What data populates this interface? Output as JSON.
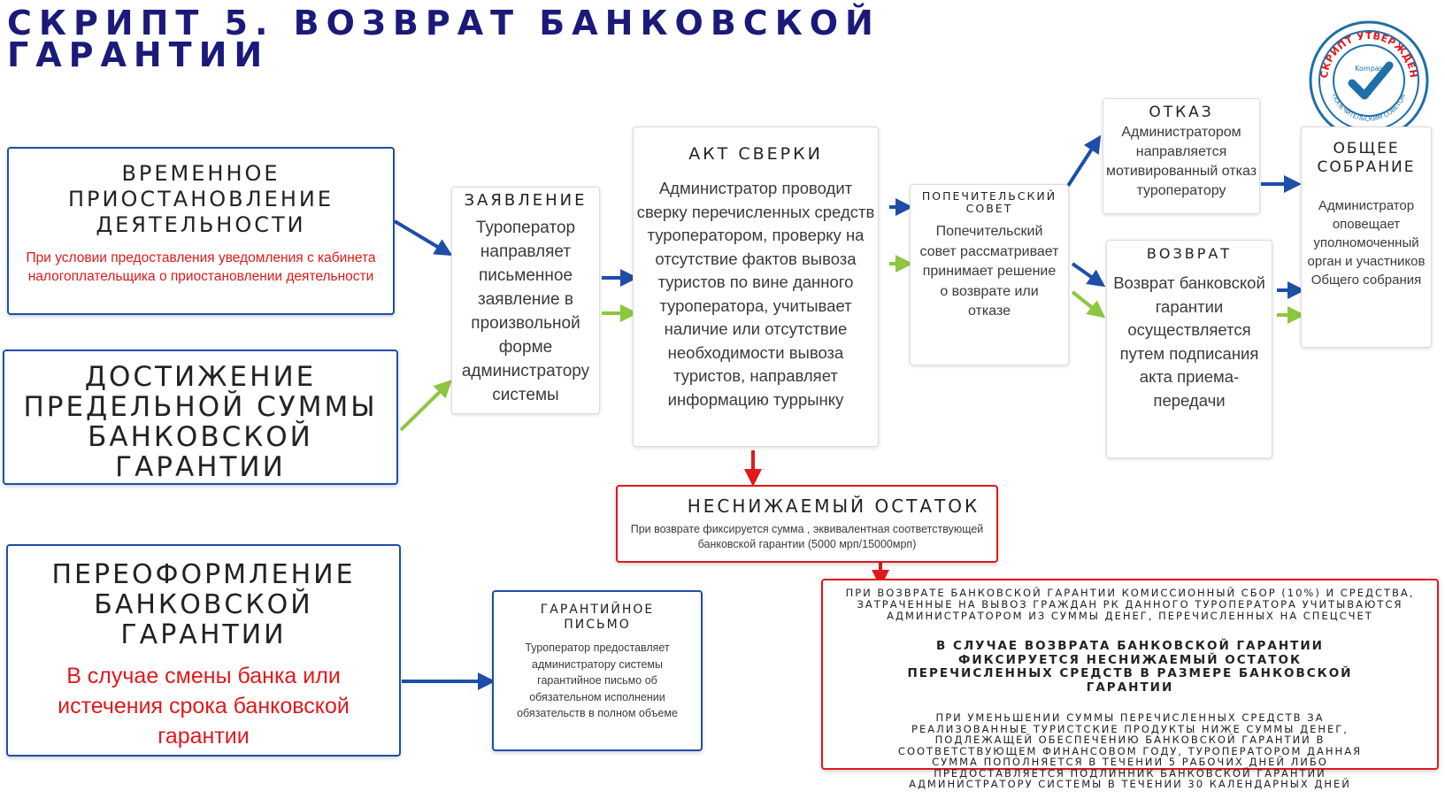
{
  "title": "СКРИПТ 5. ВОЗВРАТ БАНКОВСКОЙ ГАРАНТИИ",
  "stamp": {
    "top_text": "СКРИПТ УТВЕРЖДЕН",
    "bottom_text": "ПОПЕЧИТЕЛЬСКИМ СОВЕТОМ",
    "logo_text": "Kompas"
  },
  "boxes": {
    "suspension": {
      "title": "ВРЕМЕННОЕ ПРИОСТАНОВЛЕНИЕ ДЕЯТЕЛЬНОСТИ",
      "text": "При условии предоставления уведомления с кабинета налогоплательщика о приостановлении деятельности"
    },
    "limit": {
      "title": "ДОСТИЖЕНИЕ ПРЕДЕЛЬНОЙ СУММЫ БАНКОВСКОЙ ГАРАНТИИ"
    },
    "reissue": {
      "title": "ПЕРЕОФОРМЛЕНИЕ БАНКОВСКОЙ ГАРАНТИИ",
      "text": "В случае смены банка или истечения срока банковской гарантии"
    },
    "application": {
      "title": "ЗАЯВЛЕНИЕ",
      "text": "Туроператор направляет письменное заявление в произвольной форме администратору системы"
    },
    "reconciliation": {
      "title": "АКТ СВЕРКИ",
      "text": "Администратор проводит сверку перечисленных средств туроператором, проверку на отсутствие фактов вывоза туристов по вине данного туроператора, учитывает наличие или отсутствие необходимости вывоза туристов, направляет информацию туррынку"
    },
    "council": {
      "title": "ПОПЕЧИТЕЛЬСКИЙ СОВЕТ",
      "text": "Попечительский совет рассматривает принимает решение о возврате или отказе"
    },
    "refusal": {
      "title": "ОТКАЗ",
      "text": "Администратором направляется мотивированный отказ туроператору"
    },
    "return": {
      "title": "ВОЗВРАТ",
      "text": "Возврат банковской гарантии осуществляется путем подписания акта приема-передачи"
    },
    "assembly": {
      "title": "ОБЩЕЕ СОБРАНИЕ",
      "text": "Администратор оповещает уполномоченный орган и участников Общего собрания"
    },
    "balance": {
      "title": "НЕСНИЖАЕМЫЙ ОСТАТОК",
      "text": "При возврате фиксируется сумма , эквивалентная соответствующей банковской гарантии (5000 мрп/15000мрп)"
    },
    "guarantee_letter": {
      "title": "ГАРАНТИЙНОЕ ПИСЬМО",
      "text": "Туроператор предоставляет администратору системы гарантийное письмо об обязательном исполнении обязательств в полном объеме"
    },
    "notes": {
      "p1": "ПРИ ВОЗВРАТЕ БАНКОВСКОЙ ГАРАНТИИ КОМИССИОННЫЙ СБОР (10%) И СРЕДСТВА, ЗАТРАЧЕННЫЕ НА ВЫВОЗ ГРАЖДАН РК ДАННОГО ТУРОПЕРАТОРА УЧИТЫВАЮТСЯ АДМИНИСТРАТОРОМ ИЗ СУММЫ ДЕНЕГ, ПЕРЕЧИСЛЕННЫХ НА СПЕЦСЧЕТ",
      "p2": "В СЛУЧАЕ ВОЗВРАТА БАНКОВСКОЙ ГАРАНТИИ ФИКСИРУЕТСЯ НЕСНИЖАЕМЫЙ ОСТАТОК ПЕРЕЧИСЛЕННЫХ СРЕДСТВ В РАЗМЕРЕ БАНКОВСКОЙ ГАРАНТИИ",
      "p3": "ПРИ УМЕНЬШЕНИИ СУММЫ ПЕРЕЧИСЛЕННЫХ СРЕДСТВ ЗА РЕАЛИЗОВАННЫЕ ТУРИСТСКИЕ ПРОДУКТЫ НИЖЕ СУММЫ ДЕНЕГ, ПОДЛЕЖАЩЕЙ ОБЕСПЕЧЕНИЮ БАНКОВСКОЙ ГАРАНТИИ В СООТВЕТСТВУЮЩЕМ ФИНАНСОВОМ ГОДУ, ТУРОПЕРАТОРОМ ДАННАЯ СУММА ПОПОЛНЯЕТСЯ В ТЕЧЕНИИ 5 РАБОЧИХ ДНЕЙ ЛИБО ПРЕДОСТАВЛЯЕТСЯ ПОДЛИННИК БАНКОВСКОЙ ГАРАНТИИ АДМИНИСТРАТОРУ СИСТЕМЫ В ТЕЧЕНИИ 30 КАЛЕНДАРНЫХ ДНЕЙ"
    }
  },
  "colors": {
    "title": "#1b1a7a",
    "blue_arrow": "#1f4ea8",
    "green_arrow": "#8dc63f",
    "red": "#e0191b",
    "stamp": "#1f6fa8"
  }
}
